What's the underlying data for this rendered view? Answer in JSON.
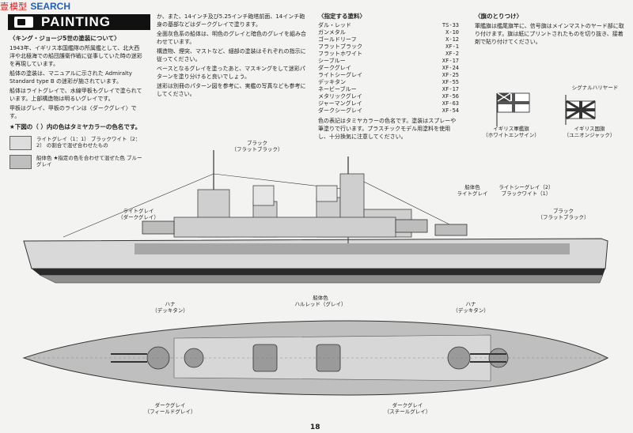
{
  "watermark": {
    "reg": "壹",
    "brand": "模型",
    "text": "SEARCH"
  },
  "banner": {
    "title": "PAINTING"
  },
  "left_column": {
    "heading": "〈キング・ジョージ5世の塗装について〉",
    "paragraphs": [
      "1943年、イギリス本国艦隊の所属艦として、北大西洋や北極海での船団護衛作戦に従事していた時の迷彩を再現しています。",
      "船体の塗装は、マニュアルに示された Admiralty Standard type B の迷彩が施されています。",
      "船体はライトグレイで、水線甲板もグレイで塗られています。上部構造物は明るいグレイです。",
      "甲板はグレイ、甲板のラインは〈ダークグレイ〉です。"
    ],
    "note_heading": "★下図の（ ）内の色はタミヤカラーの色名です。",
    "legend": [
      {
        "text": "ライトグレイ（1：1） ブラックワイト（2：2） の割合で混ぜ合わせたもの"
      },
      {
        "text": "船体色 ★指定の色を合わせて混ぜた色 ブルーグレイ"
      }
    ]
  },
  "center_column": {
    "paragraphs": [
      "か、また、14インチ及び5.25インチ砲塔前面、14インチ砲身の基部などはダークグレイで塗ります。",
      "全面灰色系の船体は、明色のグレイと暗色のグレイを組み合わせています。",
      "構造物、煙突、マストなど、細部の塗装はそれぞれの指示に従ってください。",
      "ベースとなるグレイを塗ったあと、マスキングをして迷彩パターンを塗り分けると良いでしょう。",
      "迷彩は別冊のパターン図を参考に、実艦の写真なども参考にしてください。"
    ]
  },
  "paint_list": {
    "heading": "〈指定する塗料〉",
    "items": [
      {
        "name": "ダル・レッド",
        "code": "TS-33"
      },
      {
        "name": "ガンメタル",
        "code": "X-10"
      },
      {
        "name": "ゴールドリーフ",
        "code": "X-12"
      },
      {
        "name": "フラットブラック",
        "code": "XF-1"
      },
      {
        "name": "フラットホワイト",
        "code": "XF-2"
      },
      {
        "name": "シーブルー",
        "code": "XF-17"
      },
      {
        "name": "ダークグレイ",
        "code": "XF-24"
      },
      {
        "name": "ライトシーグレイ",
        "code": "XF-25"
      },
      {
        "name": "デッキタン",
        "code": "XF-55"
      },
      {
        "name": "ネービーブルー",
        "code": "XF-17"
      },
      {
        "name": "メタリックグレイ",
        "code": "XF-56"
      },
      {
        "name": "ジャーマングレイ",
        "code": "XF-63"
      },
      {
        "name": "ダークシーグレイ",
        "code": "XF-54"
      }
    ],
    "note": "色の表記はタミヤカラーの色名です。塗装はスプレーや筆塗りで行います。プラスチックモデル用塗料を使用し、十分換気に注意してください。"
  },
  "flags_column": {
    "heading": "〈旗のとりつけ〉",
    "text": "軍艦旗は艦尾旗竿に、信号旗はメインマストのヤード部に取り付けます。旗は紙にプリントされたものを切り抜き、接着剤で貼り付けてください。",
    "flag1_caption1": "イギリス軍艦旗",
    "flag1_caption2": "（ホワイトエンサイン）",
    "flag2_top": "シグナルハリヤード",
    "flag2_caption1": "イギリス国旗",
    "flag2_caption2": "（ユニオンジャック）"
  },
  "side_labels": {
    "black_label": "ブラック",
    "black_sub": "（フラットブラック）",
    "bow_label": "ライトグレイ",
    "bow_sub": "（ダークグレイ）",
    "hull_mid": "船体色",
    "hull_mid_sub": "ライトグレイ",
    "light_grey": "ライトシーグレイ（2）",
    "light_grey_sub": "ブラックワイト（1）",
    "black_right": "ブラック",
    "black_right_sub": "（フラットブラック）"
  },
  "top_labels": {
    "deck_center": "船体色",
    "deck_center_sub": "ハルレッド（グレイ）",
    "deck_left": "ハナ",
    "deck_left_sub": "（デッキタン）",
    "deck_right": "ハナ",
    "deck_right_sub": "（デッキタン）",
    "bottom_left": "ダークグレイ",
    "bottom_left_sub": "（フィールドグレイ）",
    "bottom_right": "ダークグレイ",
    "bottom_right_sub": "（スチールグレイ）"
  },
  "page_number": "18",
  "colors": {
    "hull_light": "#d9d9d9",
    "hull_dark": "#8f8f8f",
    "boot_top": "#2a2a2a",
    "deck": "#b0b0b0",
    "paper": "#f3f3f1"
  }
}
